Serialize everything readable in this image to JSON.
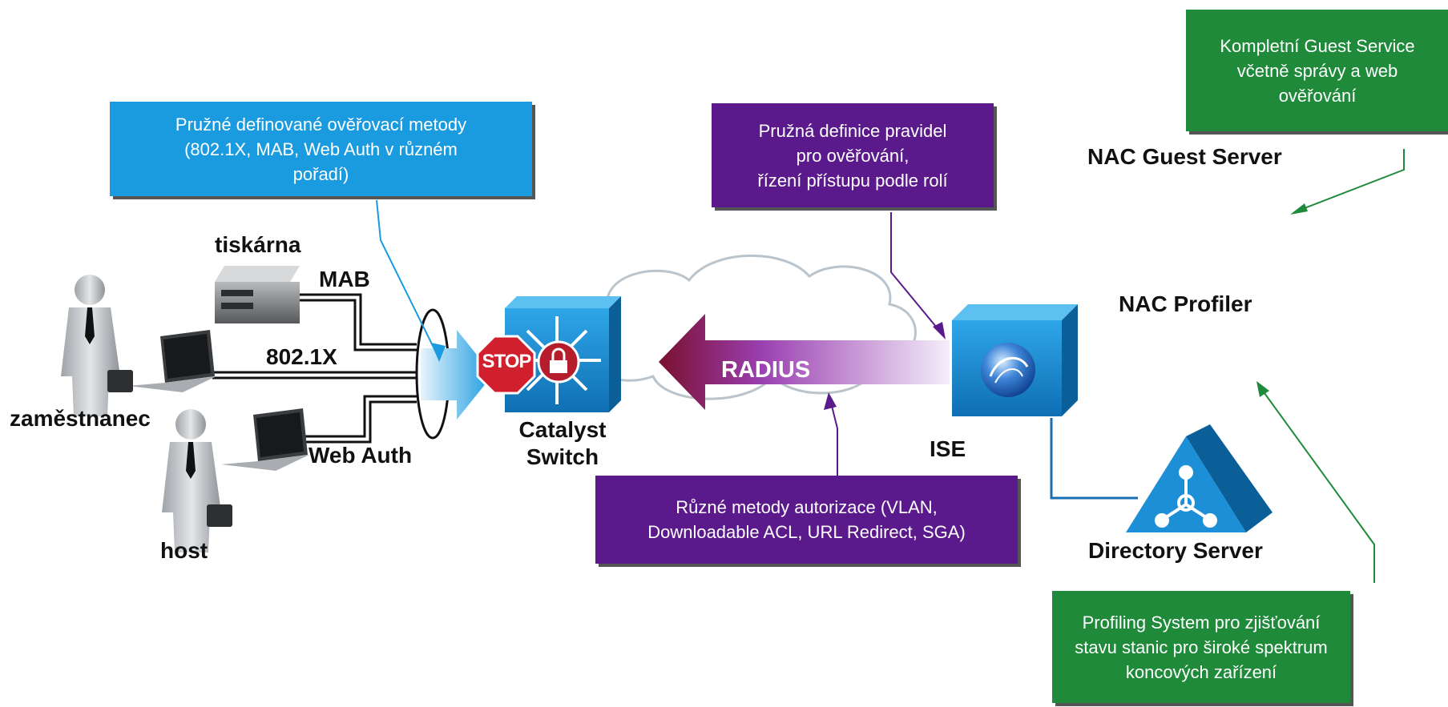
{
  "callouts": {
    "auth_methods": "Pružné definované ověřovací metody\n(802.1X, MAB, Web Auth v různém\npořadí)",
    "policy": "Pružná definice pravidel\npro ověřování,\nřízení přístupu podle rolí",
    "authorization": "Různé metody autorizace (VLAN,\nDownloadable ACL, URL Redirect, SGA)",
    "guest_service": "Kompletní Guest Service\nvčetně správy a web\nověřování",
    "profiling": "Profiling System pro zjišťování\nstavu stanic pro široké spektrum\nkoncových zařízení"
  },
  "labels": {
    "printer": "tiskárna",
    "mab": "MAB",
    "dot1x": "802.1X",
    "web_auth": "Web Auth",
    "employee": "zaměstnanec",
    "guest": "host",
    "switch": "Catalyst\nSwitch",
    "radius": "RADIUS",
    "ise": "ISE",
    "nac_guest_server": "NAC Guest Server",
    "nac_profiler": "NAC Profiler",
    "directory_server": "Directory Server",
    "stop": "STOP"
  },
  "colors": {
    "blue_callout": "#1a9be0",
    "purple_callout": "#5b1a8c",
    "green_callout": "#1e8a3a",
    "cisco_blue": "#1d8fd6",
    "radius_arrow": "#8a1a3a"
  }
}
